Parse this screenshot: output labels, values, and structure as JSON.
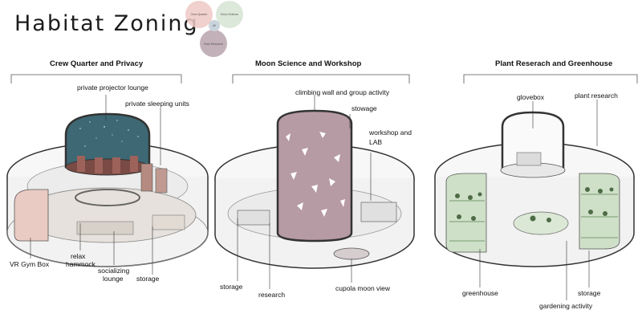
{
  "title": "Habitat Zoning",
  "venn": [
    {
      "label": "Crew Quarter",
      "color": "#efc9c4"
    },
    {
      "label": "Moon Science",
      "color": "#d6e4d2"
    },
    {
      "label": "Plant Research",
      "color": "#b9a3ad"
    },
    {
      "label": "All",
      "color": "#c9d3dc"
    }
  ],
  "sections": [
    {
      "title": "Crew Quarter and Privacy",
      "labels": [
        "private projector lounge",
        "private sleeping units",
        "VR Gym Box",
        "relax",
        "hammock",
        "socializing",
        "lounge",
        "storage"
      ]
    },
    {
      "title": "Moon Science and Workshop",
      "labels": [
        "climbing wall and group activity",
        "stowage",
        "workshop and",
        "LAB",
        "storage",
        "research",
        "cupola moon view"
      ]
    },
    {
      "title": "Plant Reserach and Greenhouse",
      "labels": [
        "glovebox",
        "plant research",
        "greenhouse",
        "storage",
        "gardening activity"
      ]
    }
  ],
  "colors": {
    "lounge_dome": "#3d6874",
    "climbing_wall": "#b69aa4",
    "greenhouse": "#cfe0c8",
    "vr_gym": "#e9cbc3"
  }
}
